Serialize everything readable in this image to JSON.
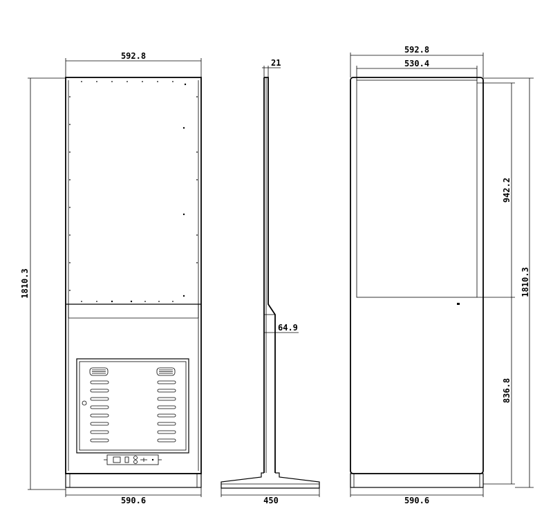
{
  "front_view": {
    "top_width": "592.8",
    "bottom_width": "590.6",
    "height": "1810.3"
  },
  "side_view": {
    "thickness": "21",
    "offset": "64.9",
    "base_depth": "450"
  },
  "back_view": {
    "top_width": "592.8",
    "screen_width": "530.4",
    "upper_height": "942.2",
    "lower_height": "836.8",
    "total_height": "1810.3",
    "bottom_width": "590.6"
  }
}
